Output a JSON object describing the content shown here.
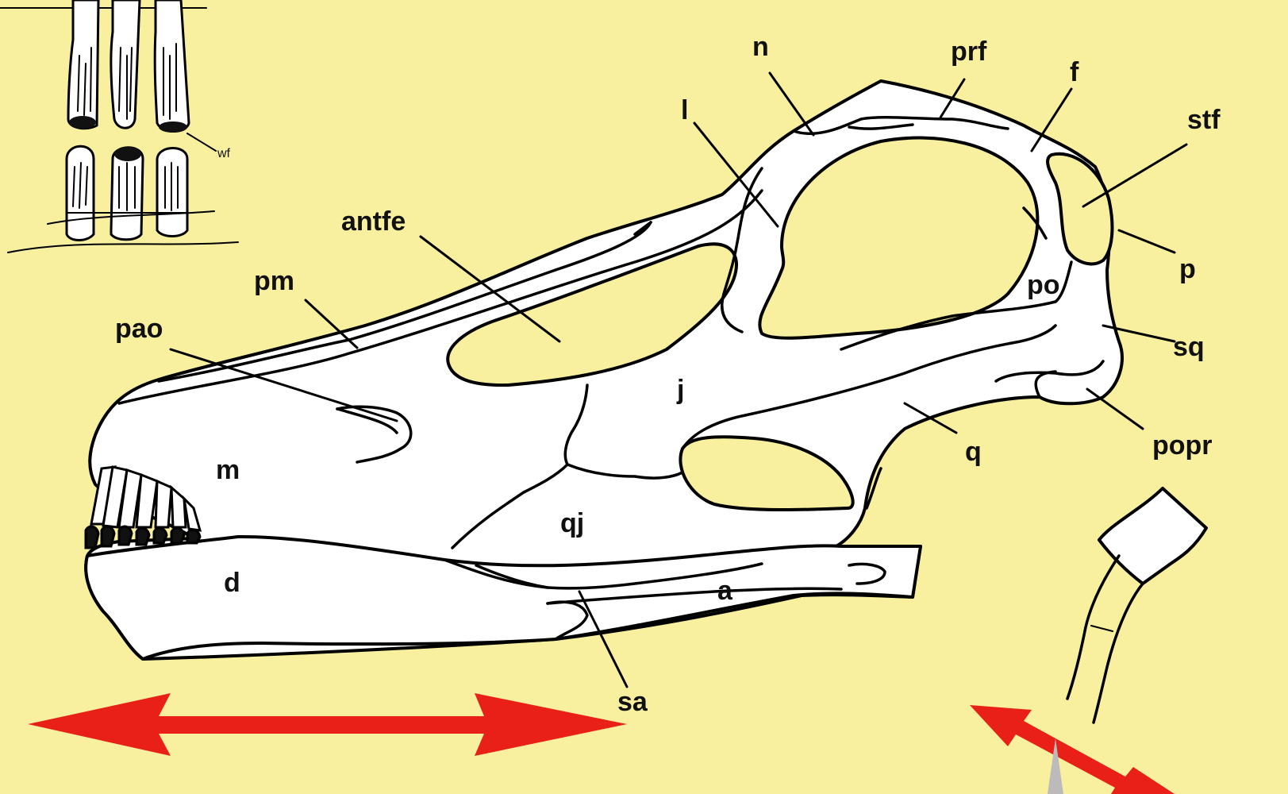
{
  "colors": {
    "background": "#f8ef9f",
    "bone": "#ffffff",
    "outline": "#000000",
    "arrow": "#e82018"
  },
  "labels": {
    "n": "n",
    "prf": "prf",
    "f": "f",
    "stf": "stf",
    "l": "l",
    "antfe": "antfe",
    "pm": "pm",
    "pao": "pao",
    "p": "p",
    "po": "po",
    "sq": "sq",
    "j": "j",
    "m": "m",
    "q": "q",
    "popr": "popr",
    "qj": "qj",
    "d": "d",
    "a": "a",
    "sa": "sa",
    "wf": "wf"
  },
  "arrows": [
    {
      "name": "jaw-motion-arrow",
      "direction": "horizontal-double"
    },
    {
      "name": "tooth-wear-arrow",
      "direction": "diagonal-double"
    }
  ]
}
